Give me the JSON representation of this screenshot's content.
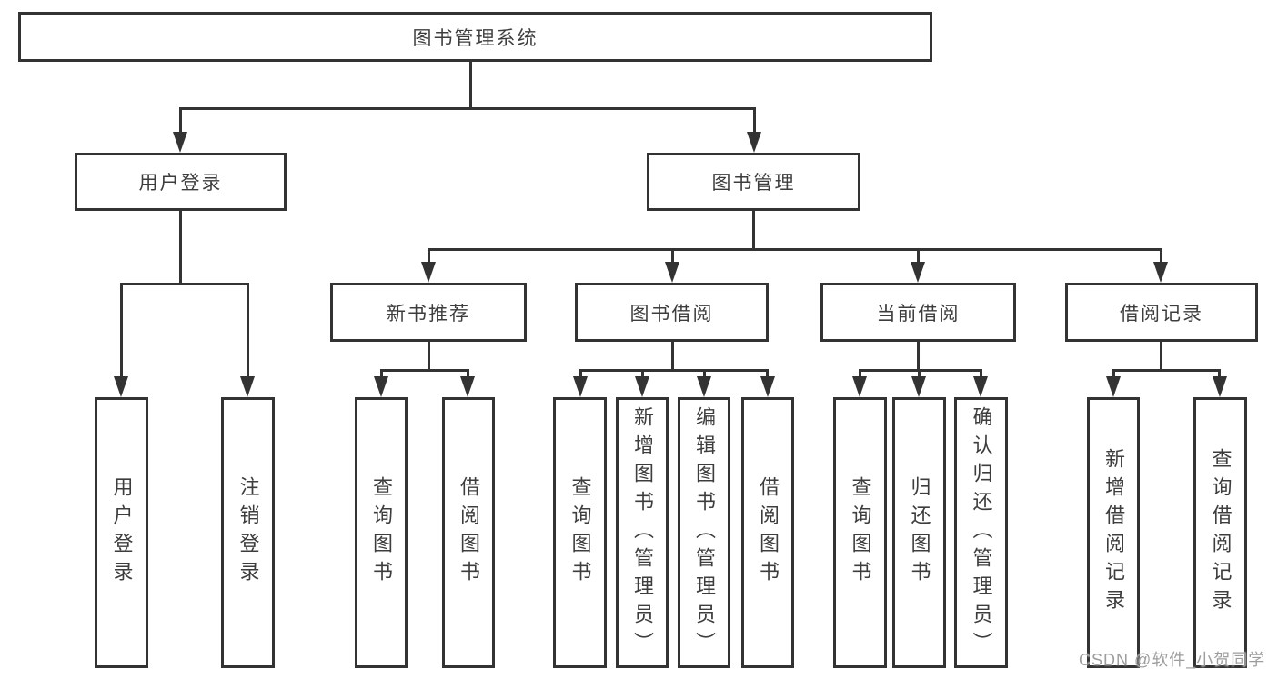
{
  "diagram": {
    "root": {
      "label": "图书管理系统"
    },
    "level2": [
      {
        "label": "用户登录",
        "children": [
          {
            "label": "用户登录"
          },
          {
            "label": "注销登录"
          }
        ]
      },
      {
        "label": "图书管理",
        "children": [
          {
            "label": "新书推荐",
            "children": [
              {
                "label": "查询图书"
              },
              {
                "label": "借阅图书"
              }
            ]
          },
          {
            "label": "图书借阅",
            "children": [
              {
                "label": "查询图书"
              },
              {
                "label": "新增图书（管理员）"
              },
              {
                "label": "编辑图书（管理员）"
              },
              {
                "label": "借阅图书"
              }
            ]
          },
          {
            "label": "当前借阅",
            "children": [
              {
                "label": "查询图书"
              },
              {
                "label": "归还图书"
              },
              {
                "label": "确认归还（管理员）"
              }
            ]
          },
          {
            "label": "借阅记录",
            "children": [
              {
                "label": "新增借阅记录"
              },
              {
                "label": "查询借阅记录"
              }
            ]
          }
        ]
      }
    ]
  },
  "watermark": {
    "text": "CSDN @软件_小贺同学"
  },
  "colors": {
    "line": "#333333",
    "text": "#3d3d3d",
    "watermark": "#9d9d9d",
    "background": "#ffffff"
  }
}
